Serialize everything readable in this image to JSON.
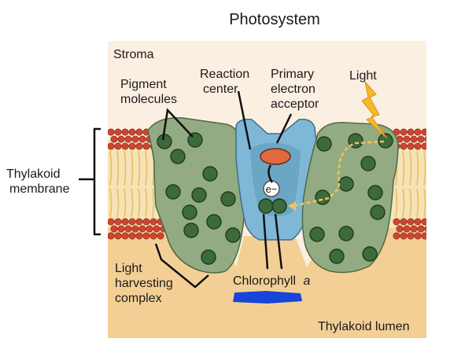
{
  "title": "Photosystem",
  "labels": {
    "stroma": "Stroma",
    "reaction_center": [
      "Reaction",
      "center"
    ],
    "primary_electron_acceptor": [
      "Primary",
      "electron",
      "acceptor"
    ],
    "light": "Light",
    "pigment_molecules": [
      "Pigment",
      "molecules"
    ],
    "thylakoid_membrane": [
      "Thylakoid",
      "membrane"
    ],
    "electron": "e−",
    "light_harvesting_complex": [
      "Light",
      "harvesting",
      "complex"
    ],
    "chlorophyll": "Chlorophyll",
    "chlorophyll_suffix": "a",
    "thylakoid_lumen": "Thylakoid lumen"
  },
  "colors": {
    "stroma_bg": "#fbefe2",
    "lumen_bg": "#f3cf96",
    "lipid_head": "#d0452f",
    "lipid_tail": "#e9c060",
    "protein": "#93ab82",
    "protein_stroke": "#4e6a44",
    "pigment": "#3c6a3a",
    "reaction_center": "#7fb8d6",
    "acceptor": "#e06a3d",
    "arrow": "#f2c15c",
    "lightning": "#f7b92a",
    "scribble": "#1744d9"
  }
}
